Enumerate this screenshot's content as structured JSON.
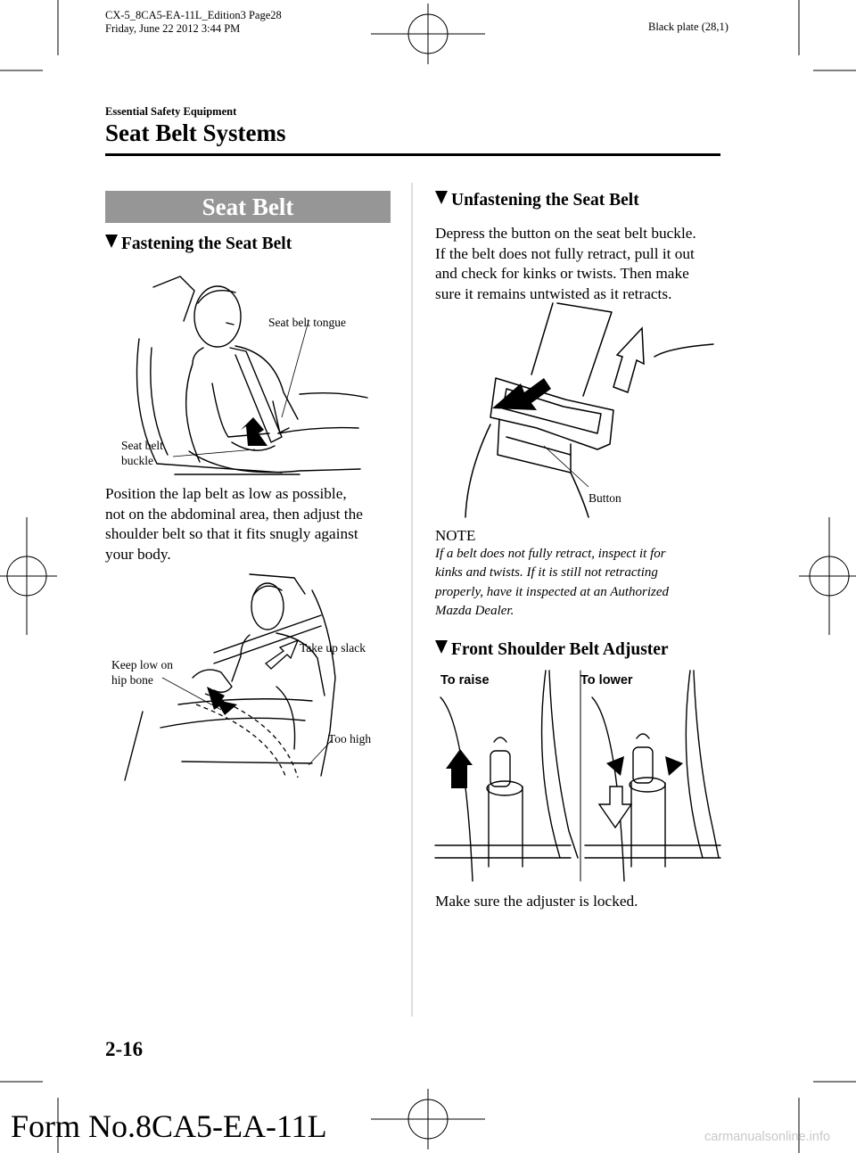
{
  "header": {
    "doc_id": "CX-5_8CA5-EA-11L_Edition3 Page28",
    "date_line": "Friday, June 22 2012 3:44 PM",
    "plate": "Black plate (28,1)",
    "section": "Essential Safety Equipment",
    "title": "Seat Belt Systems"
  },
  "left": {
    "banner": "Seat Belt",
    "fastening_heading": "Fastening the Seat Belt",
    "figure1": {
      "label_tongue": "Seat belt tongue",
      "label_buckle_line1": "Seat belt",
      "label_buckle_line2": "buckle"
    },
    "paragraph_lines": [
      "Position the lap belt as low as possible,",
      "not on the abdominal area, then adjust the",
      "shoulder belt so that it fits snugly against",
      "your body."
    ],
    "figure2": {
      "label_keep_line1": "Keep low on",
      "label_keep_line2": "hip bone",
      "label_slack": "Take up slack",
      "label_high": "Too high"
    }
  },
  "right": {
    "unfastening_heading": "Unfastening the Seat Belt",
    "paragraph_lines": [
      "Depress the button on the seat belt buckle.",
      "If the belt does not fully retract, pull it out",
      "and check for kinks or twists. Then make",
      "sure it remains untwisted as it retracts."
    ],
    "figure3": {
      "label_button": "Button"
    },
    "note": {
      "title": "NOTE",
      "lines": [
        "If a belt does not fully retract, inspect it for",
        "kinks and twists. If it is still not retracting",
        "properly, have it inspected at an Authorized",
        "Mazda Dealer."
      ]
    },
    "adjuster_heading": "Front Shoulder Belt Adjuster",
    "figure4": {
      "label_raise": "To raise",
      "label_lower": "To lower"
    },
    "closing": "Make sure the adjuster is locked."
  },
  "footer": {
    "page_number": "2-16",
    "form_number": "Form No.8CA5-EA-11L",
    "watermark": "carmanualsonline.info"
  }
}
